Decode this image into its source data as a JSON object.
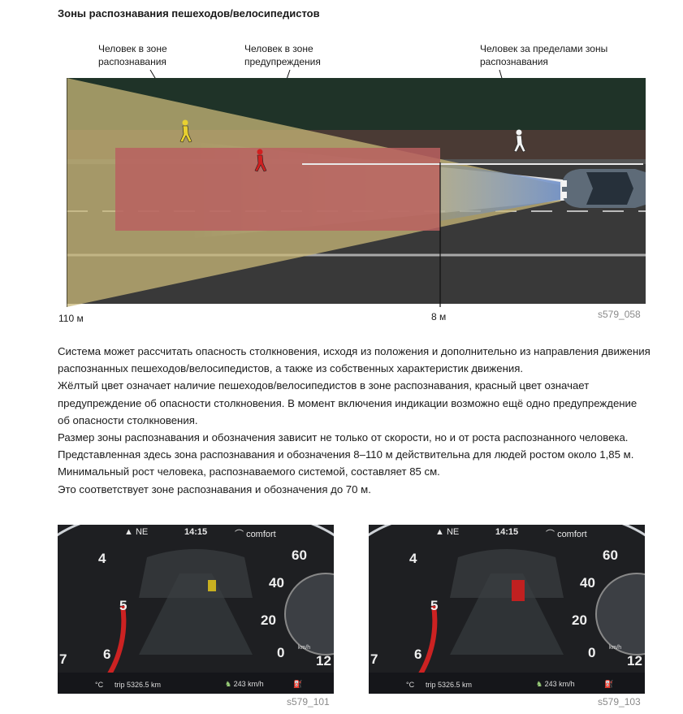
{
  "title": "Зоны распознавания пешеходов/велосипедистов",
  "callouts": {
    "detection": [
      "Человек в зоне",
      "распознавания"
    ],
    "warning": [
      "Человек в зоне",
      "предупреждения"
    ],
    "outside": [
      "Человек за пределами зоны",
      "распознавания"
    ]
  },
  "diagram": {
    "dist_far": "110 м",
    "dist_near": "8 м",
    "code": "s579_058",
    "colors": {
      "detection_zone": "#c9b878",
      "warning_zone": "#b86060",
      "grass": "#23352c",
      "road": "#3a3a3a"
    }
  },
  "paragraphs": [
    "Система может рассчитать опасность столкновения, исходя из положения и дополнительно из направления движения распознанных пешеходов/велосипедистов, а также из собственных характеристик движения.",
    "Жёлтый цвет означает наличие пешеходов/велосипедистов в зоне распознавания, красный цвет означает предупреждение об опасности столкновения. В момент включения индикации возможно ещё одно предупреждение об опасности столкновения.",
    "Размер зоны распознавания и обозначения зависит не только от скорости, но и от роста распознанного человека. Представленная здесь зона распознавания и обозначения 8–110 м действительна для людей ростом около 1,85 м. Минимальный рост человека, распознаваемого системой, составляет 85 см.",
    "Это соответствует зоне распознавания и обозначения до 70 м."
  ],
  "dashboards": [
    {
      "heading": "NE",
      "time": "14:15",
      "mode": "comfort",
      "trip_label": "trip",
      "trip": "5326.5 km",
      "range": "243 km/h",
      "temp_unit": "°C",
      "rpm": [
        "4",
        "5",
        "6",
        "7"
      ],
      "speed": [
        "60",
        "40",
        "20",
        "0",
        "12"
      ],
      "speed_unit": "km/h",
      "code": "s579_101",
      "marker_color": "#c8b020"
    },
    {
      "heading": "NE",
      "time": "14:15",
      "mode": "comfort",
      "trip_label": "trip",
      "trip": "5326.5 km",
      "range": "243 km/h",
      "temp_unit": "°C",
      "rpm": [
        "4",
        "5",
        "6",
        "7"
      ],
      "speed": [
        "60",
        "40",
        "20",
        "0",
        "12"
      ],
      "speed_unit": "km/h",
      "code": "s579_103",
      "marker_color": "#c02020"
    }
  ]
}
